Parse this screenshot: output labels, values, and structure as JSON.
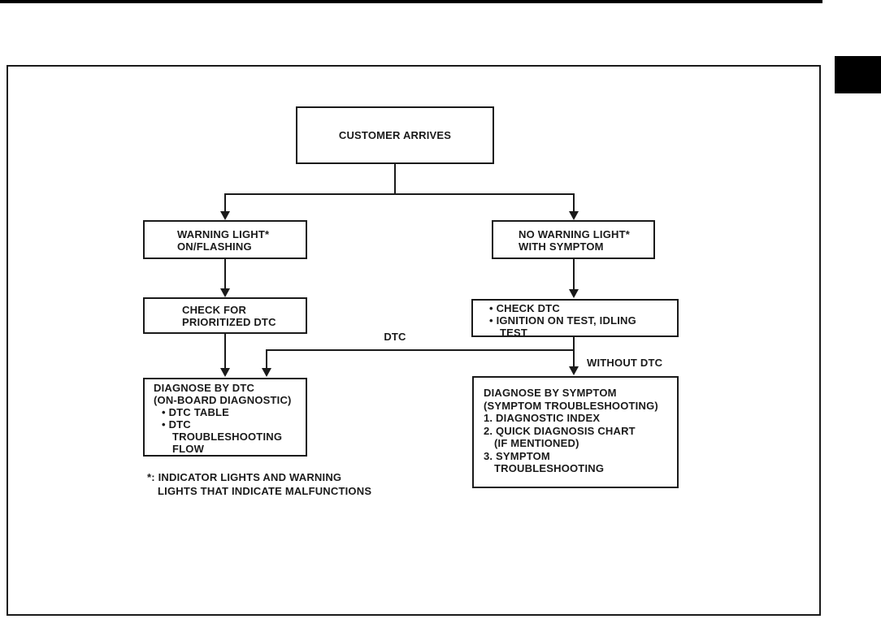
{
  "page": {
    "line_color": "#1a1a1a",
    "background": "#ffffff"
  },
  "flowchart": {
    "nodes": {
      "customer_arrives": {
        "lines": [
          "CUSTOMER ARRIVES"
        ]
      },
      "warning_light": {
        "lines": [
          "WARNING LIGHT*",
          "ON/FLASHING"
        ]
      },
      "no_warning_light": {
        "lines": [
          "NO WARNING LIGHT*",
          "WITH SYMPTOM"
        ]
      },
      "check_prioritized_dtc": {
        "lines": [
          "CHECK FOR",
          "PRIORITIZED DTC"
        ]
      },
      "check_dtc": {
        "lines": [
          "• CHECK DTC",
          "• IGNITION ON TEST, IDLING",
          "TEST"
        ]
      },
      "diagnose_by_dtc": {
        "lines": [
          "DIAGNOSE BY DTC",
          "(ON-BOARD DIAGNOSTIC)",
          "• DTC TABLE",
          "• DTC",
          "TROUBLESHOOTING",
          "FLOW"
        ]
      },
      "diagnose_by_symptom": {
        "lines": [
          "DIAGNOSE BY SYMPTOM",
          "(SYMPTOM TROUBLESHOOTING)",
          "1. DIAGNOSTIC INDEX",
          "2. QUICK DIAGNOSIS CHART",
          "(IF MENTIONED)",
          "3. SYMPTOM",
          "TROUBLESHOOTING"
        ]
      }
    },
    "edge_labels": {
      "dtc": "DTC",
      "without_dtc": "WITHOUT DTC"
    },
    "footnote": {
      "line1": "*: INDICATOR LIGHTS AND WARNING",
      "line2": "LIGHTS THAT INDICATE MALFUNCTIONS"
    }
  }
}
